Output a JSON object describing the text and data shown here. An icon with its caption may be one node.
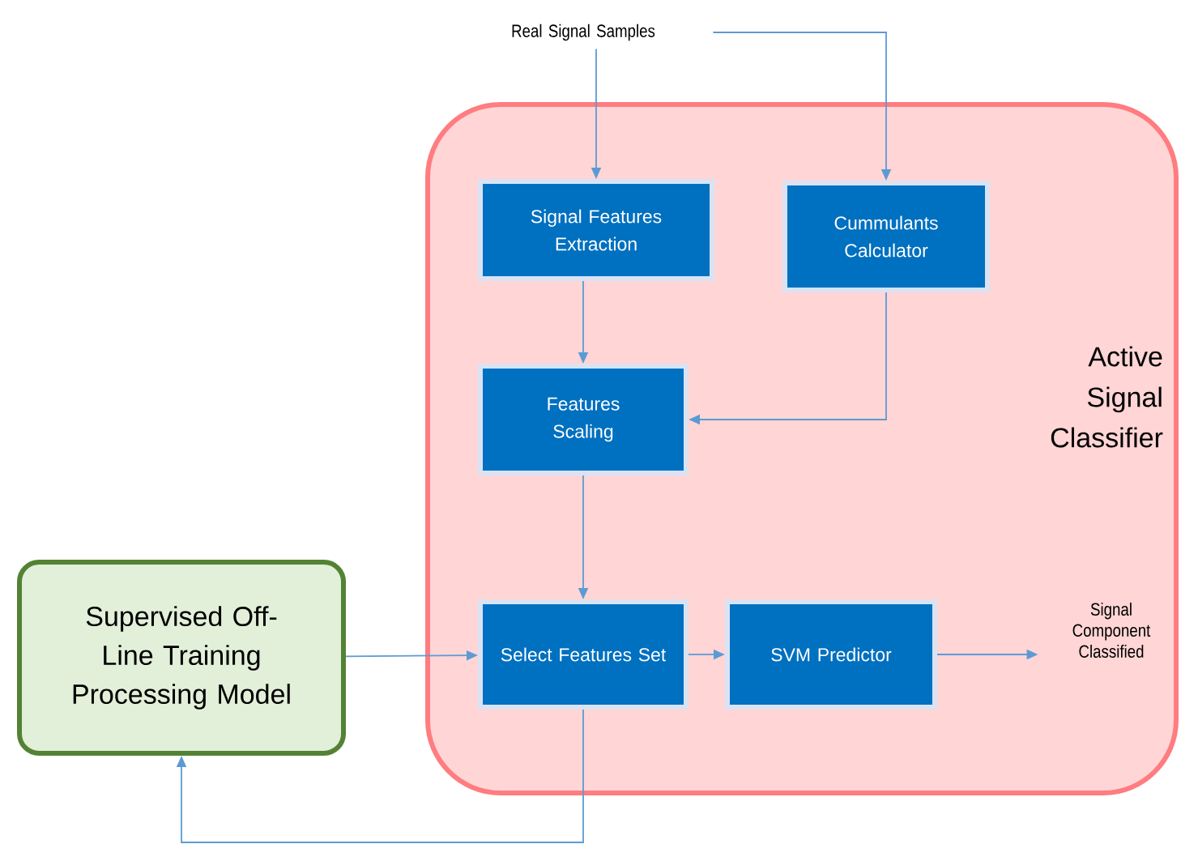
{
  "diagram": {
    "nodes": [
      {
        "text": [
          "Real Signal Samples"
        ]
      },
      {
        "text": [
          "Active Signal Classifier"
        ]
      },
      {
        "text": [
          "Signal Features Extraction"
        ],
        "in": 1
      },
      {
        "text": [
          "Cummulants Calculator"
        ],
        "in": 1
      },
      {
        "text": [
          "Features Scaling"
        ],
        "in": 1
      },
      {
        "text": [
          "Supervised Off-Line Training Processing Model"
        ]
      },
      {
        "text": [
          "Select Features Set"
        ],
        "in": 1
      },
      {
        "text": [
          "SVM Predictor"
        ],
        "in": 1
      },
      {
        "text": [
          "Signal Component Classified"
        ],
        "in": 1
      }
    ],
    "edges": [
      {
        "from": 0,
        "to": 2,
        "arrow": "to"
      },
      {
        "from": 0,
        "to": 3,
        "arrow": "to"
      },
      {
        "from": 2,
        "to": 4,
        "arrow": "to"
      },
      {
        "from": 3,
        "to": 4,
        "arrow": "to"
      },
      {
        "from": 4,
        "to": 6,
        "arrow": "to"
      },
      {
        "from": 5,
        "to": 6,
        "arrow": "to"
      },
      {
        "from": 6,
        "to": 7,
        "arrow": "to"
      },
      {
        "from": 7,
        "to": 8,
        "arrow": "to"
      },
      {
        "from": 6,
        "to": 5,
        "arrow": "to"
      }
    ]
  }
}
